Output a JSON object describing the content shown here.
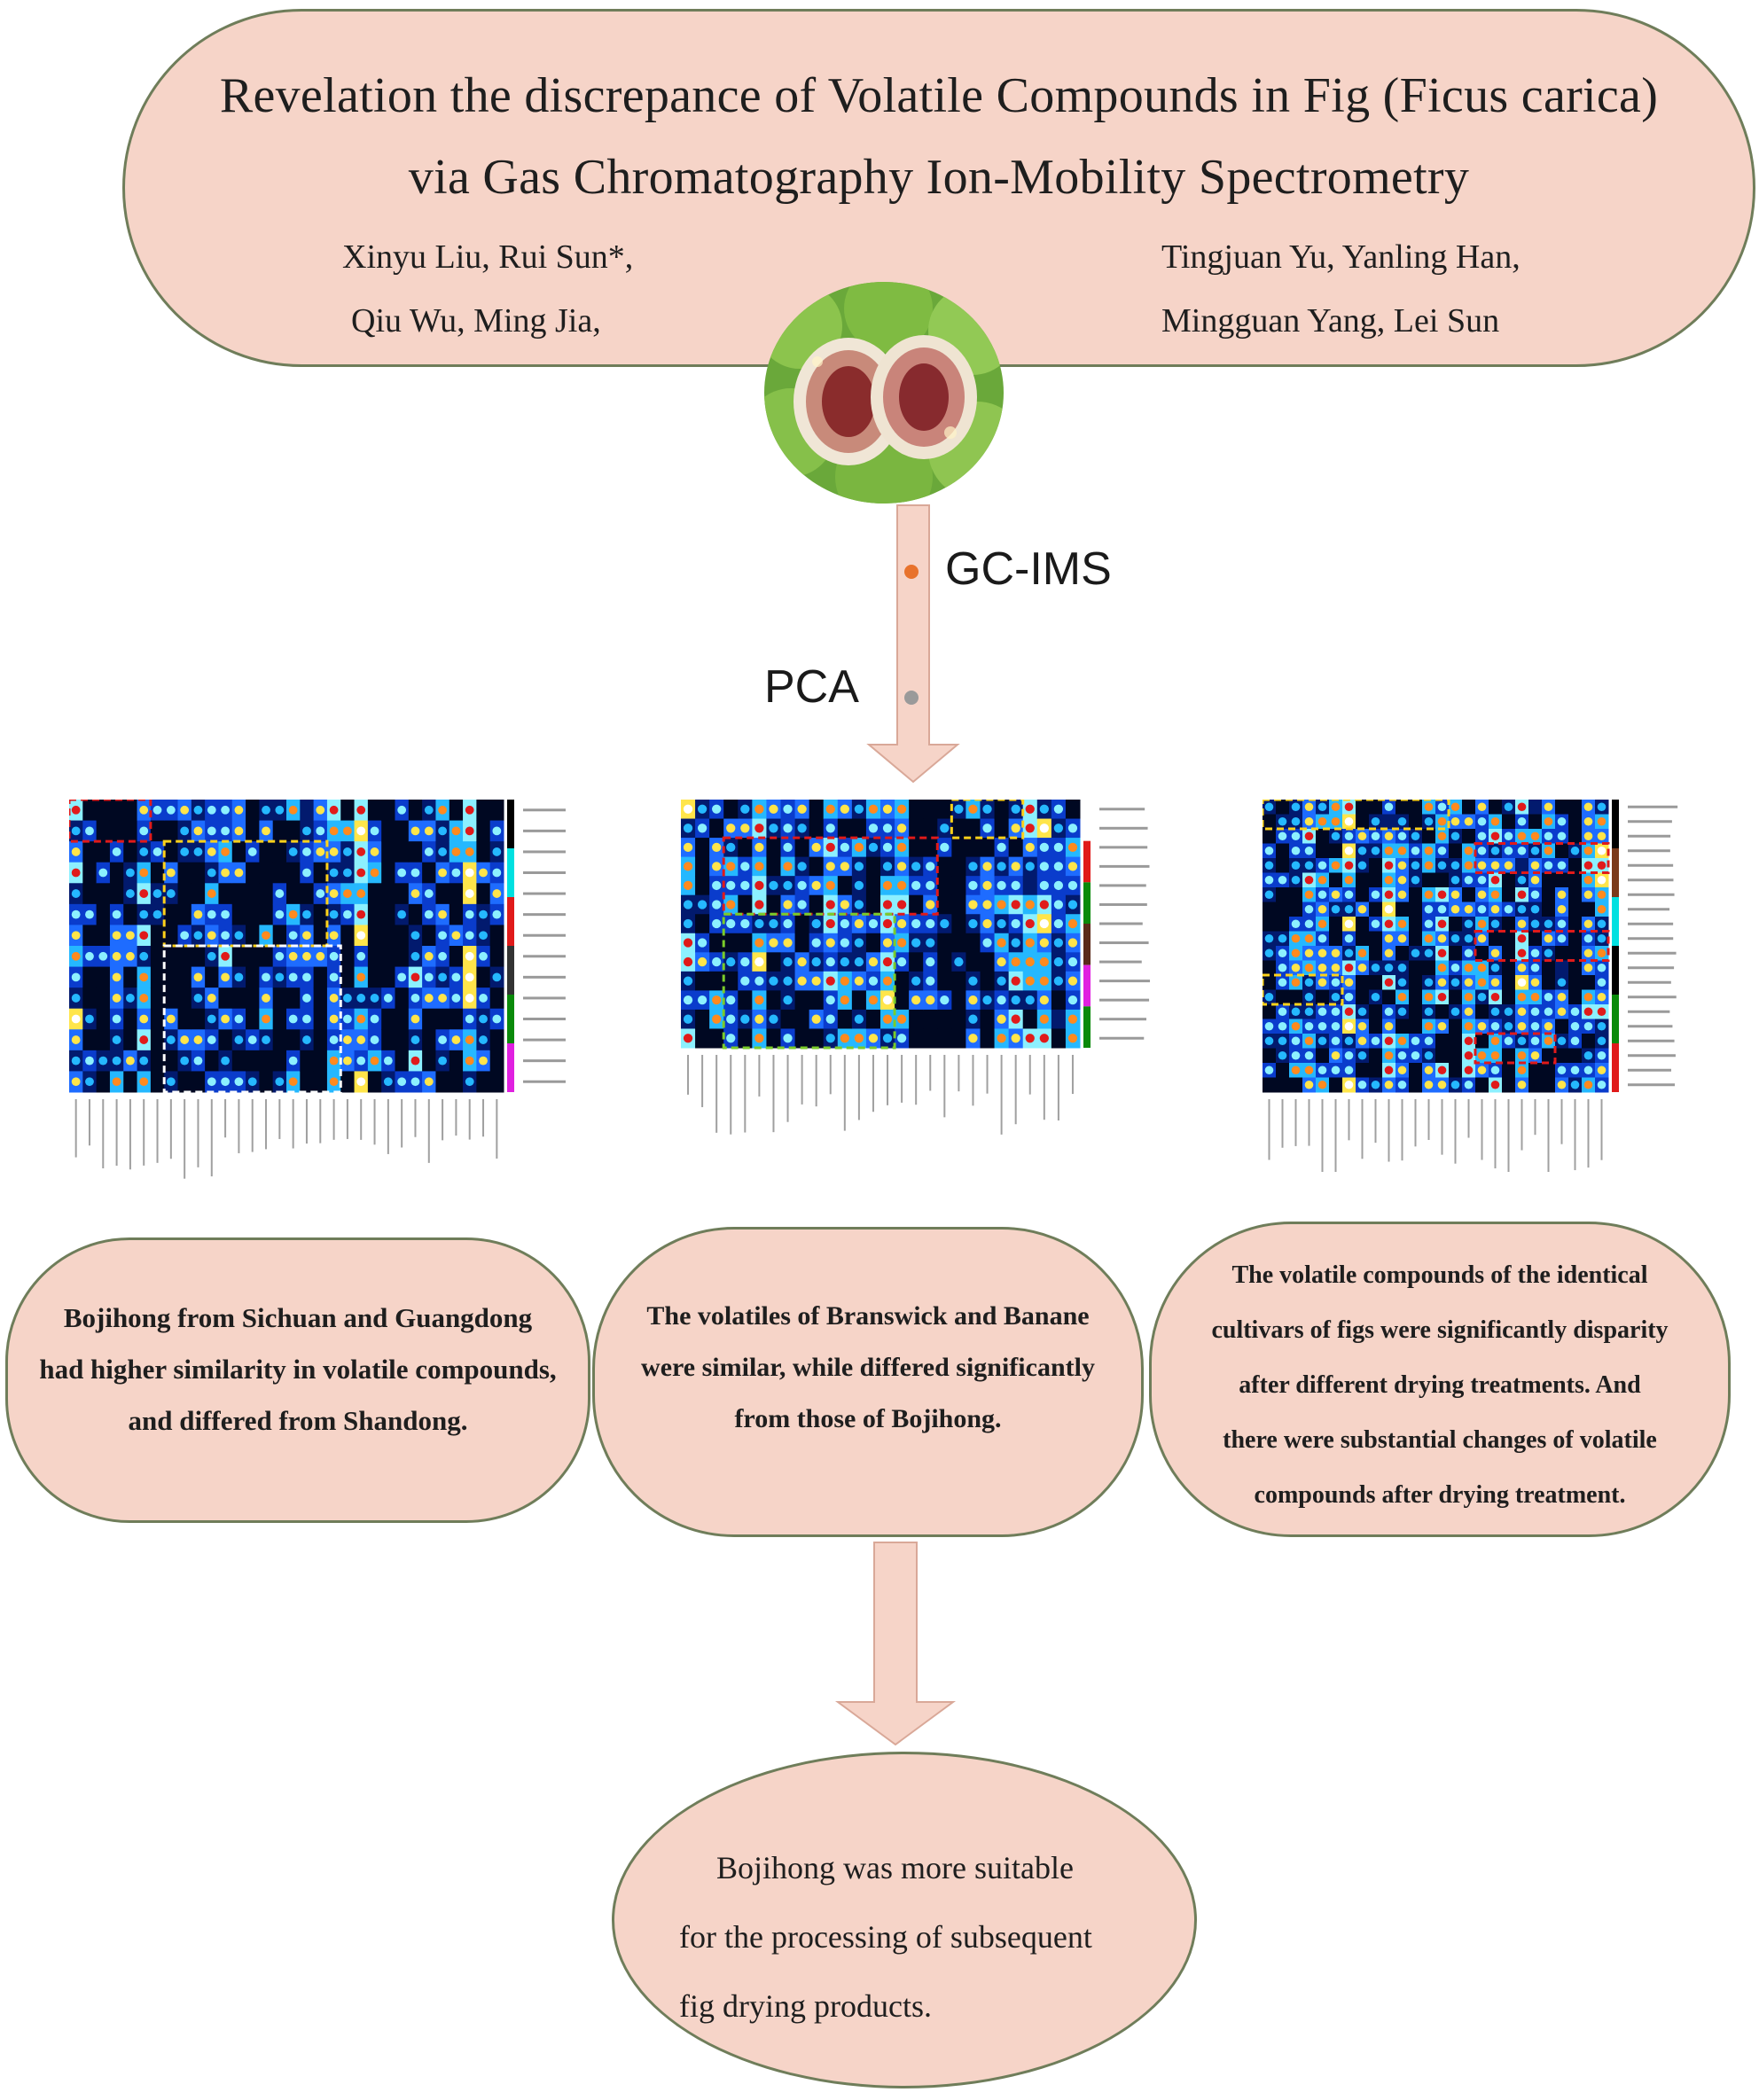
{
  "title": {
    "line1": "Revelation the discrepance of  Volatile Compounds in Fig (Ficus carica)",
    "line2": "via Gas Chromatography Ion-Mobility Spectrometry"
  },
  "authors": {
    "left_row1": "Xinyu Liu, Rui Sun*,",
    "left_row2": "Qiu Wu, Ming Jia,",
    "right_row1": "Tingjuan Yu, Yanling Han,",
    "right_row2": "Mingguan Yang,   Lei Sun"
  },
  "steps": {
    "gcims": "GC-IMS",
    "pca": "PCA"
  },
  "findings": [
    {
      "lines": [
        "Bojihong from Sichuan and Guangdong",
        "had higher similarity in volatile compounds,",
        "and differed from Shandong."
      ]
    },
    {
      "lines": [
        "The volatiles of Branswick and Banane",
        "were similar, while differed significantly",
        "from those of Bojihong."
      ]
    },
    {
      "lines": [
        "The volatile compounds of the identical",
        "cultivars of figs were significantly disparity",
        "after different drying treatments. And",
        "there were substantial changes of volatile",
        "compounds after drying treatment."
      ]
    }
  ],
  "conclusion": {
    "lines": [
      "Bojihong was more suitable",
      "for the processing of subsequent",
      "fig drying products."
    ]
  },
  "colors": {
    "pill_fill": "#f6d4c8",
    "pill_border": "#6f7d5a",
    "arrow_fill": "#f6d4c8",
    "arrow_border": "#d9a898",
    "gcims_dot": "#e8722c",
    "pca_dot": "#9a9a9a"
  }
}
